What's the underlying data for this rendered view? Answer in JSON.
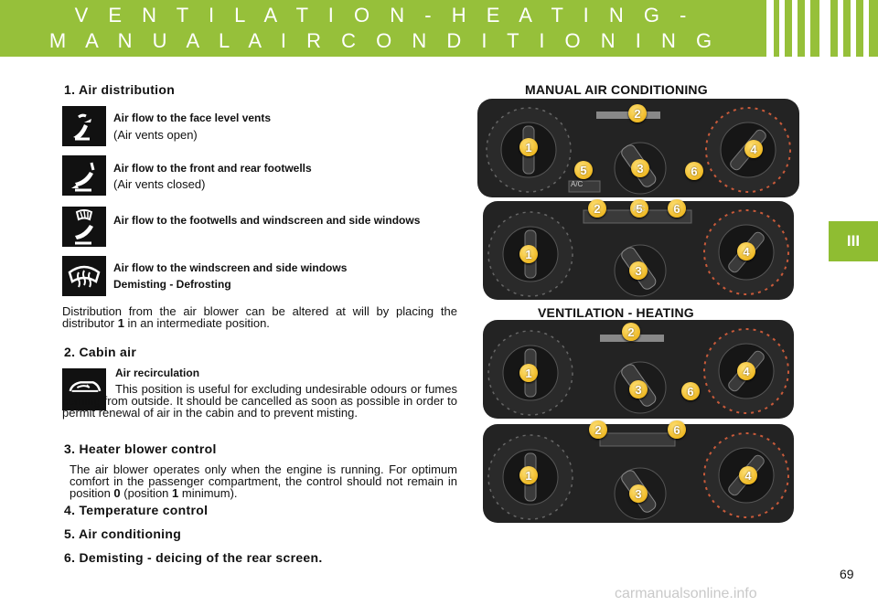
{
  "header": {
    "title_line1": "V E N T I L A T I O N  -  H E A T I N G  -",
    "title_line2": "M A N U A L  A I R  C O N D I T I O N I N G",
    "accent": "#96c03a"
  },
  "side_tab": "III",
  "section1": {
    "heading": "1.  Air distribution",
    "items": [
      {
        "icon": "face-vent-icon",
        "title": "Air flow to the face level vents",
        "sub": "(Air vents open)"
      },
      {
        "icon": "footwell-icon",
        "title": "Air flow to the front and rear footwells",
        "sub": "(Air vents closed)"
      },
      {
        "icon": "footwell-windscreen-icon",
        "title": "Air flow to the footwells and windscreen and side windows",
        "sub": ""
      },
      {
        "icon": "windscreen-demist-icon",
        "title": "Air flow to the windscreen and side windows",
        "sub": "Demisting - Defrosting"
      }
    ],
    "note_before": "Distribution from the air blower can be altered at will by placing the distributor ",
    "note_bold": "1",
    "note_after": " in an intermediate position."
  },
  "section2": {
    "heading": "2.  Cabin air",
    "icon": "recirculation-icon",
    "title": "Air recirculation",
    "text": "This position is useful for excluding undesirable odours or fumes coming from outside. It should be cancelled as soon as possible in order to permit renewal of air in the cabin and to prevent misting."
  },
  "section3": {
    "heading": "3.  Heater blower control",
    "text_before": "The air blower operates only when the engine is running. For optimum comfort in the passenger compartment, the control should not remain in position ",
    "bold1": "0",
    "text_mid": " (position ",
    "bold2": "1",
    "text_after": " minimum)."
  },
  "section4": {
    "heading": "4.  Temperature control"
  },
  "section5": {
    "heading": "5.  Air conditioning"
  },
  "section6": {
    "heading": "6.  Demisting - deicing of the rear screen."
  },
  "right": {
    "title_ac": "MANUAL AIR CONDITIONING",
    "title_vh": "VENTILATION - HEATING",
    "panel1_labels": [
      "1",
      "2",
      "3",
      "4",
      "5",
      "6"
    ],
    "panel2_labels": [
      "1",
      "2",
      "3",
      "4",
      "5",
      "6"
    ],
    "panel3_labels": [
      "1",
      "2",
      "3",
      "4",
      "6"
    ],
    "panel4_labels": [
      "1",
      "2",
      "3",
      "4",
      "6"
    ],
    "ac_button_label": "A/C"
  },
  "page_number": "69",
  "watermark": "carmanualsonline.info"
}
